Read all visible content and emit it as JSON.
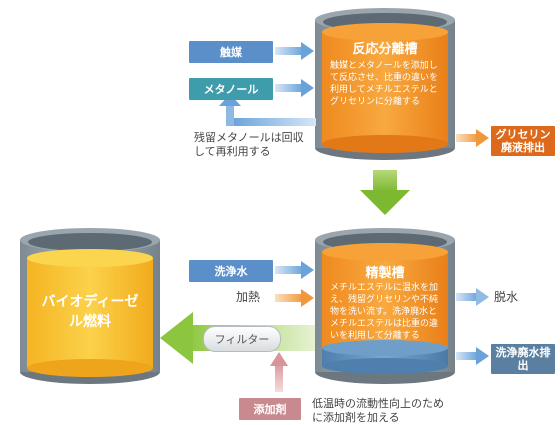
{
  "reaction_tank": {
    "title": "反応分離槽",
    "body": "触媒とメタノールを添加して反応させ、比重の違いを利用してメチルエステルとグリセリンに分離する"
  },
  "purification_tank": {
    "title": "精製槽",
    "body": "メチルエステルに温水を加え、残留グリセリンや不純物を洗い流す。洗浄廃水とメチルエステルは比重の違いを利用して分離する"
  },
  "product_tank": {
    "title": "バイオディーゼル燃料"
  },
  "inputs": {
    "catalyst": "触媒",
    "methanol": "メタノール",
    "wash_water": "洗浄水",
    "heating": "加熱",
    "additive": "添加剤"
  },
  "outputs": {
    "glycerin_waste": "グリセリン廃液排出",
    "dehydration": "脱水",
    "wash_waste": "洗浄廃水排出"
  },
  "notes": {
    "methanol_recycle": "残留メタノールは回収して再利用する",
    "additive_note": "低温時の流動性向上のために添加剤を加える"
  },
  "filter_label": "フィルター",
  "colors": {
    "tank_gray": "#8f9aa3",
    "liquid_orange": "#f39a2a",
    "liquid_yellow": "#f8c531",
    "green_arrow": "#8cc63f",
    "blue_arrow": "#6aa3da",
    "orange_arrow": "#f2a04a",
    "water_blue": "#6f9fc9"
  }
}
